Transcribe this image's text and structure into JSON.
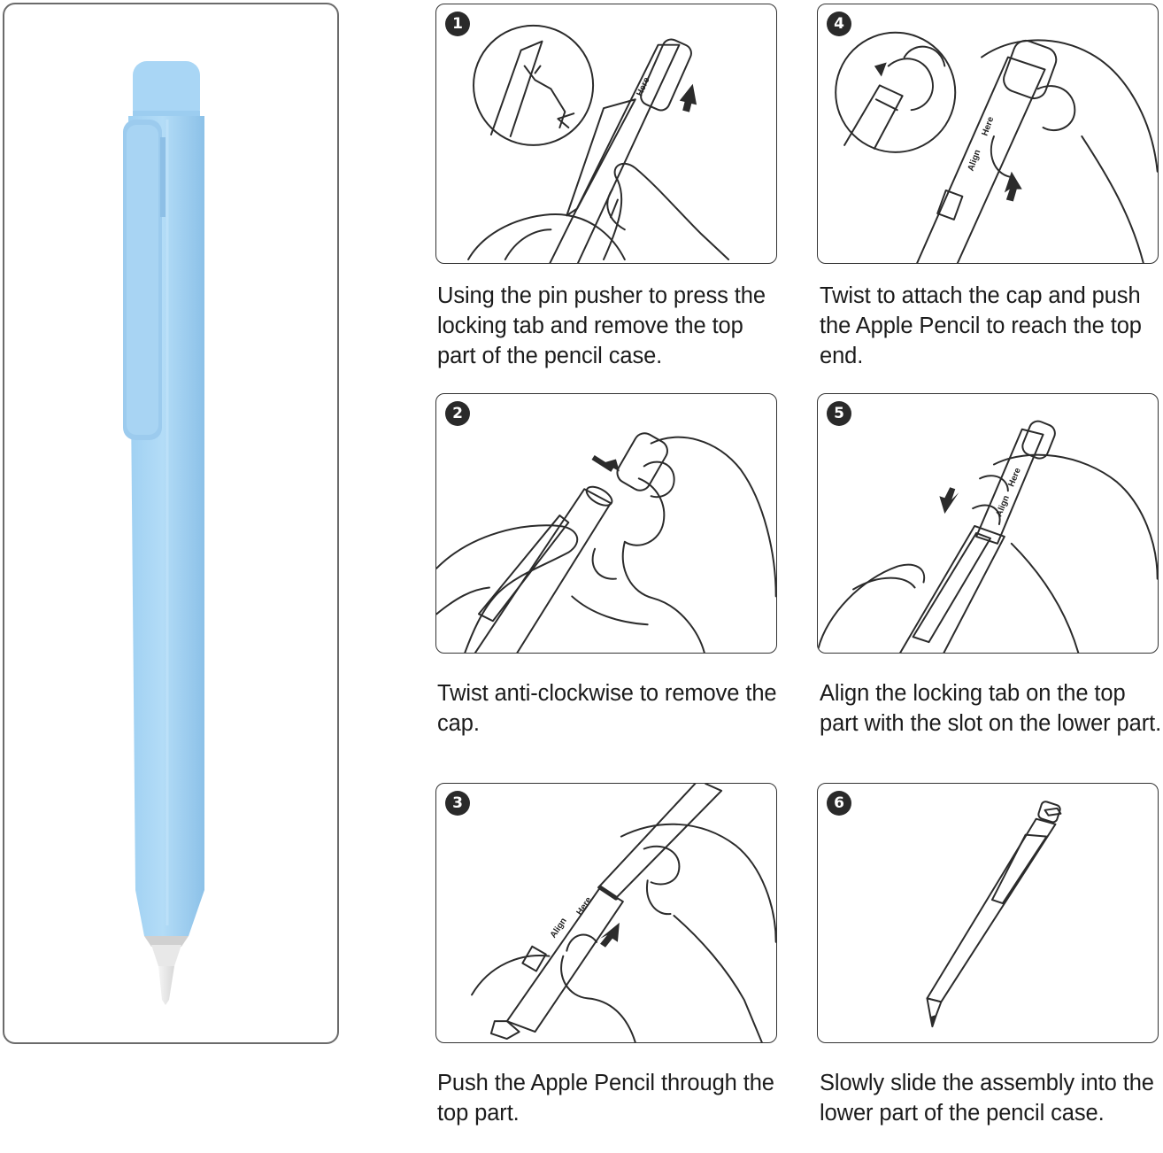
{
  "colors": {
    "pencil_case": "#a9d6f5",
    "pencil_case_shade": "#8fc4ea",
    "tip": "#ededed",
    "line_art": "#2b2b2b",
    "badge": "#2a2a2a"
  },
  "steps": [
    {
      "number": "1",
      "caption": "Using the pin pusher to press the locking tab and remove the top part of the pencil case."
    },
    {
      "number": "2",
      "caption": "Twist anti-clockwise to remove the cap."
    },
    {
      "number": "3",
      "caption": "Push the Apple Pencil through the top part."
    },
    {
      "number": "4",
      "caption": "Twist to attach the cap and push the Apple Pencil to reach the top end."
    },
    {
      "number": "5",
      "caption": "Align the locking tab on the top part with the slot on the lower part."
    },
    {
      "number": "6",
      "caption": "Slowly slide the assembly into the lower part of the pencil case."
    }
  ],
  "case_labels": {
    "align": "Align",
    "here": "Here"
  }
}
